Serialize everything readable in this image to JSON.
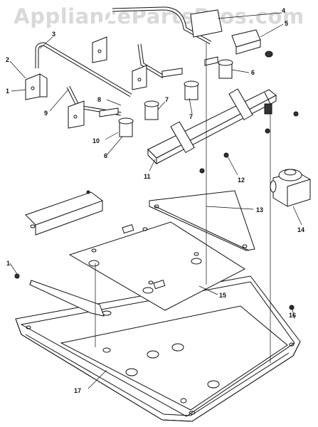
{
  "watermark": "AppliancePartsPros.com",
  "callouts": [
    {
      "id": "c1a",
      "text": "1"
    },
    {
      "id": "c1b",
      "text": "1"
    },
    {
      "id": "c2",
      "text": "2"
    },
    {
      "id": "c3",
      "text": "3"
    },
    {
      "id": "c4",
      "text": "4"
    },
    {
      "id": "c5",
      "text": "5"
    },
    {
      "id": "c6a",
      "text": "6"
    },
    {
      "id": "c6b",
      "text": "6"
    },
    {
      "id": "c7a",
      "text": "7"
    },
    {
      "id": "c7b",
      "text": "7"
    },
    {
      "id": "c8",
      "text": "8"
    },
    {
      "id": "c9",
      "text": "9"
    },
    {
      "id": "c10",
      "text": "10"
    },
    {
      "id": "c11",
      "text": "11"
    },
    {
      "id": "c12",
      "text": "12"
    },
    {
      "id": "c13",
      "text": "13"
    },
    {
      "id": "c14",
      "text": "14"
    },
    {
      "id": "c15",
      "text": "15"
    },
    {
      "id": "c16",
      "text": "16"
    },
    {
      "id": "c17",
      "text": "17"
    }
  ]
}
